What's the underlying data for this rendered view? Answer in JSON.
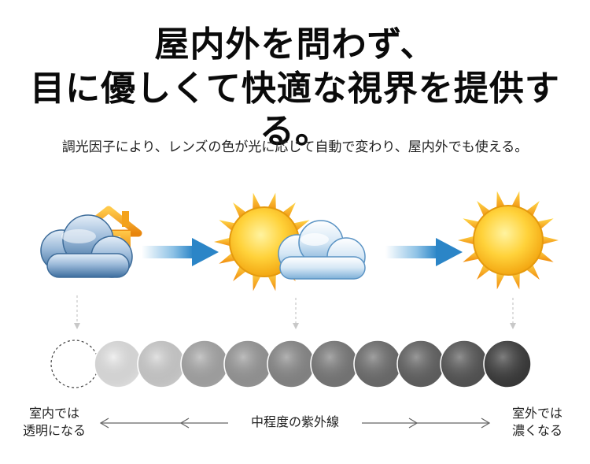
{
  "headline": {
    "line1": "屋内外を問わず、",
    "line2": "目に優しくて快適な視界を提供する。"
  },
  "subtitle": "調光因子により、レンズの色が光に応じて自動で変わり、屋内外でも使える。",
  "labels": {
    "indoor_line1": "室内では",
    "indoor_line2": "透明になる",
    "middle": "中程度の紫外線",
    "outdoor_line1": "室外では",
    "outdoor_line2": "濃くなる"
  },
  "icons": [
    "cloud-house-icon",
    "arrow-right-icon",
    "sun-cloud-icon",
    "arrow-right-icon",
    "sun-icon"
  ],
  "lens_shades": [
    "#ffffff",
    "#e8e8e8",
    "#d2d2d2",
    "#a9a9a9",
    "#9a9a9a",
    "#8a8a8a",
    "#7a7a7a",
    "#6e6e6e",
    "#626262",
    "#555555",
    "#3a3a3a"
  ],
  "colors": {
    "arrow": "#2b85c7",
    "sun": "#f6b21a",
    "cloud": "#5e93c4",
    "house": "#f3a21c"
  }
}
